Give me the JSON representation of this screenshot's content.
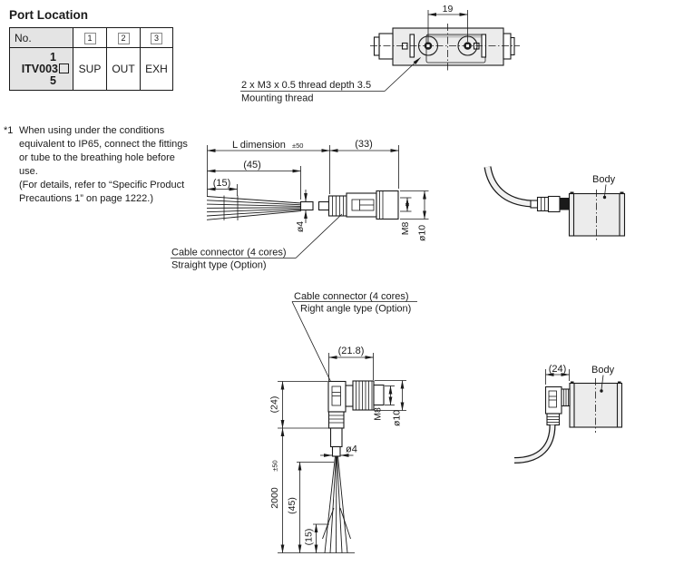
{
  "colors": {
    "line": "#1a1a1a",
    "body_fill": "#ececec",
    "table_header_fill": "#e4e4e4",
    "page_bg": "#ffffff"
  },
  "port_location": {
    "title": "Port Location",
    "table": {
      "no_label": "No.",
      "port_numbers": [
        "1",
        "2",
        "3"
      ],
      "model_top": "1",
      "model_mid": "ITV003",
      "model_bot": "5",
      "ports": [
        "SUP",
        "OUT",
        "EXH"
      ]
    }
  },
  "note": {
    "marker": "*1",
    "line1": "When using under the conditions equivalent to IP65, connect the fittings or tube to the breathing hole before use.",
    "line2": "(For details, refer to “Specific Product Precautions 1” on page 1222.)"
  },
  "top_view": {
    "dim_19": "19",
    "thread_label": "2 x M3 x 0.5 thread depth 3.5",
    "mounting_label": "Mounting thread"
  },
  "straight_type": {
    "dim_l": "L dimension",
    "dim_l_tol": "±50",
    "dim_45": "(45)",
    "dim_15": "(15)",
    "dim_33": "(33)",
    "dim_d4": "ø4",
    "dim_m8": "M8",
    "dim_d10": "ø10",
    "connector_label": "Cable connector (4 cores)",
    "type_label": "Straight type (Option)",
    "body_label": "Body"
  },
  "right_angle_type": {
    "connector_label": "Cable connector (4 cores)",
    "type_label": "Right angle type (Option)",
    "dim_218": "(21.8)",
    "dim_24": "(24)",
    "dim_m8": "M8",
    "dim_d10": "ø10",
    "dim_d4": "ø4",
    "dim_2000": "2000",
    "dim_2000_tol": "±50",
    "dim_45": "(45)",
    "dim_15": "(15)",
    "body_dim_24": "(24)",
    "body_label": "Body"
  }
}
